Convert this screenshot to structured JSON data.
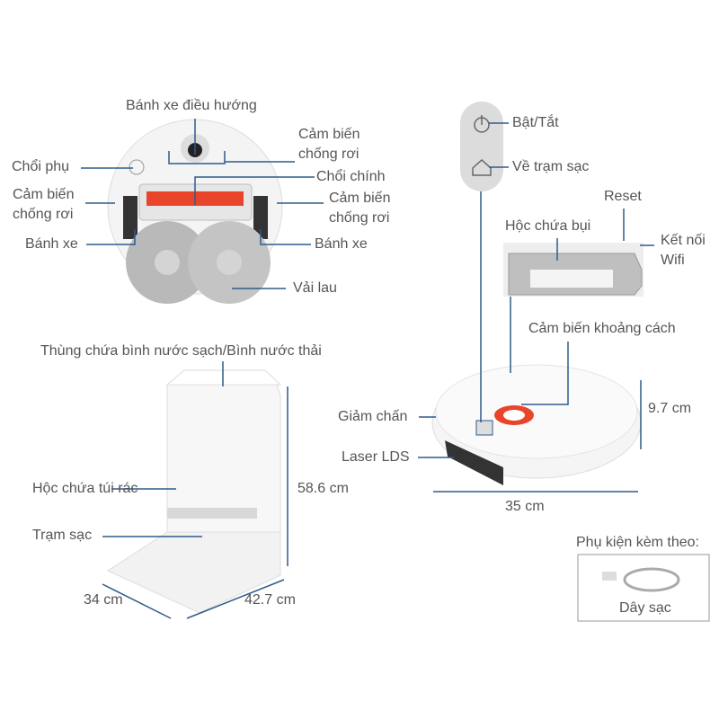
{
  "robot_bottom": {
    "nav_wheel": "Bánh xe điều hướng",
    "cliff_sensor_top": [
      "Cảm biến",
      "chống rơi"
    ],
    "side_brush": "Chổi phụ",
    "main_brush": "Chổi chính",
    "cliff_sensor_left": [
      "Cảm biến",
      "chống rơi"
    ],
    "cliff_sensor_right": [
      "Cảm biến",
      "chống rơi"
    ],
    "wheel_left": "Bánh xe",
    "wheel_right": "Bánh xe",
    "mop": "Vải lau"
  },
  "robot_top": {
    "power": "Bật/Tắt",
    "home": "Về trạm sạc",
    "reset": "Reset",
    "dustbin": "Hộc chứa bụi",
    "wifi": [
      "Kết nối",
      "Wifi"
    ],
    "distance_sensor": "Cảm biến khoảng cách",
    "height": "9.7 cm",
    "bumper": "Giảm chấn",
    "laser": "Laser LDS",
    "diameter": "35 cm"
  },
  "station": {
    "tank": "Thùng chứa bình nước sạch/Bình nước thải",
    "bag": "Hộc chứa túi rác",
    "height": "58.6 cm",
    "charger": "Trạm sạc",
    "width": "34 cm",
    "depth": "42.7 cm"
  },
  "accessories": {
    "title": "Phụ kiện kèm theo:",
    "cable": "Dây sạc"
  },
  "colors": {
    "line": "#2f5b8c",
    "text": "#555555",
    "accent": "#e8452a"
  }
}
